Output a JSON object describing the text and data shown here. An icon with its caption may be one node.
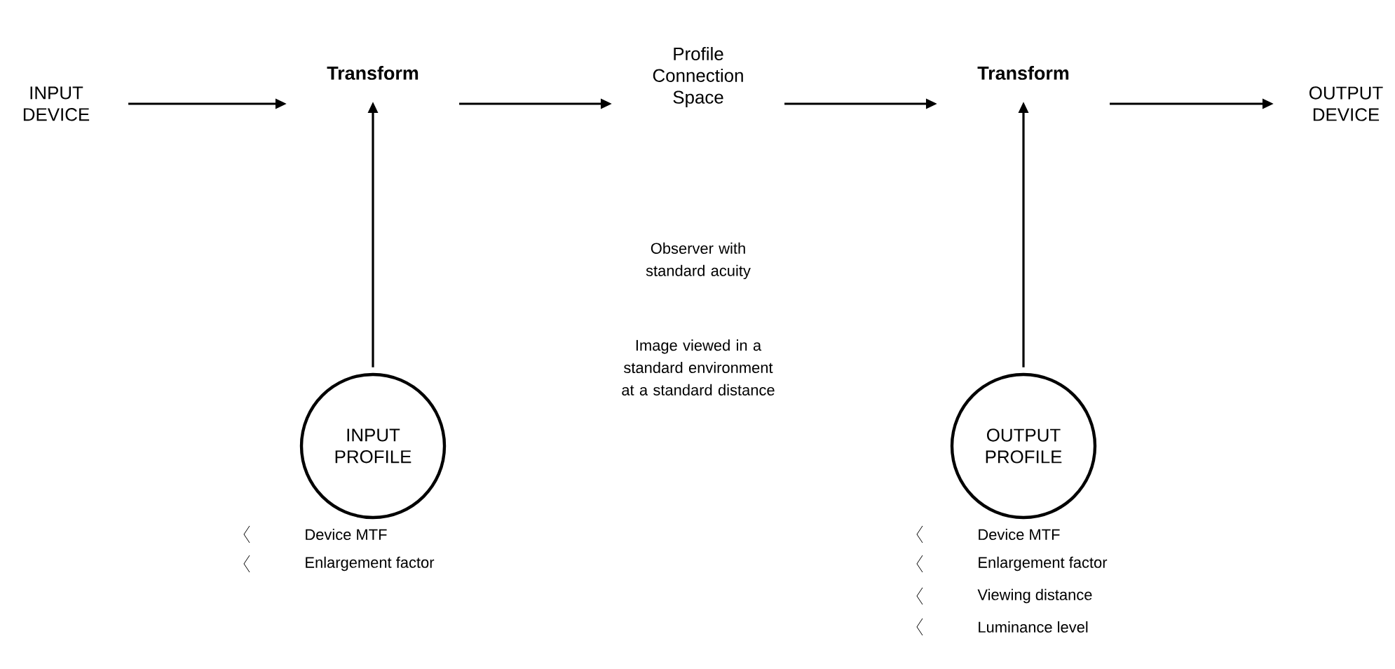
{
  "diagram": {
    "nodes": [
      {
        "text": [
          "INPUT DEVICE"
        ]
      },
      {
        "text": [
          "Transform"
        ]
      },
      {
        "text": [
          "Profile Connection Space"
        ]
      },
      {
        "text": [
          "Transform"
        ]
      },
      {
        "text": [
          "OUTPUT DEVICE"
        ]
      },
      {
        "text": [
          "INPUT PROFILE"
        ]
      },
      {
        "text": [
          "OUTPUT PROFILE"
        ]
      }
    ],
    "edges": [
      {
        "from": 0,
        "to": 1,
        "arrow": "to"
      },
      {
        "from": 1,
        "to": 2,
        "arrow": "to"
      },
      {
        "from": 2,
        "to": 3,
        "arrow": "to"
      },
      {
        "from": 3,
        "to": 4,
        "arrow": "to"
      },
      {
        "from": 5,
        "to": 1,
        "arrow": "to"
      },
      {
        "from": 6,
        "to": 3,
        "arrow": "to"
      }
    ],
    "labels": [
      "Observer with standard acuity",
      "Image viewed in a standard environment at a standard distance",
      "Device MTF",
      "Enlargement factor",
      "Device MTF",
      "Enlargement factor",
      "Viewing distance",
      "Luminance level"
    ]
  }
}
